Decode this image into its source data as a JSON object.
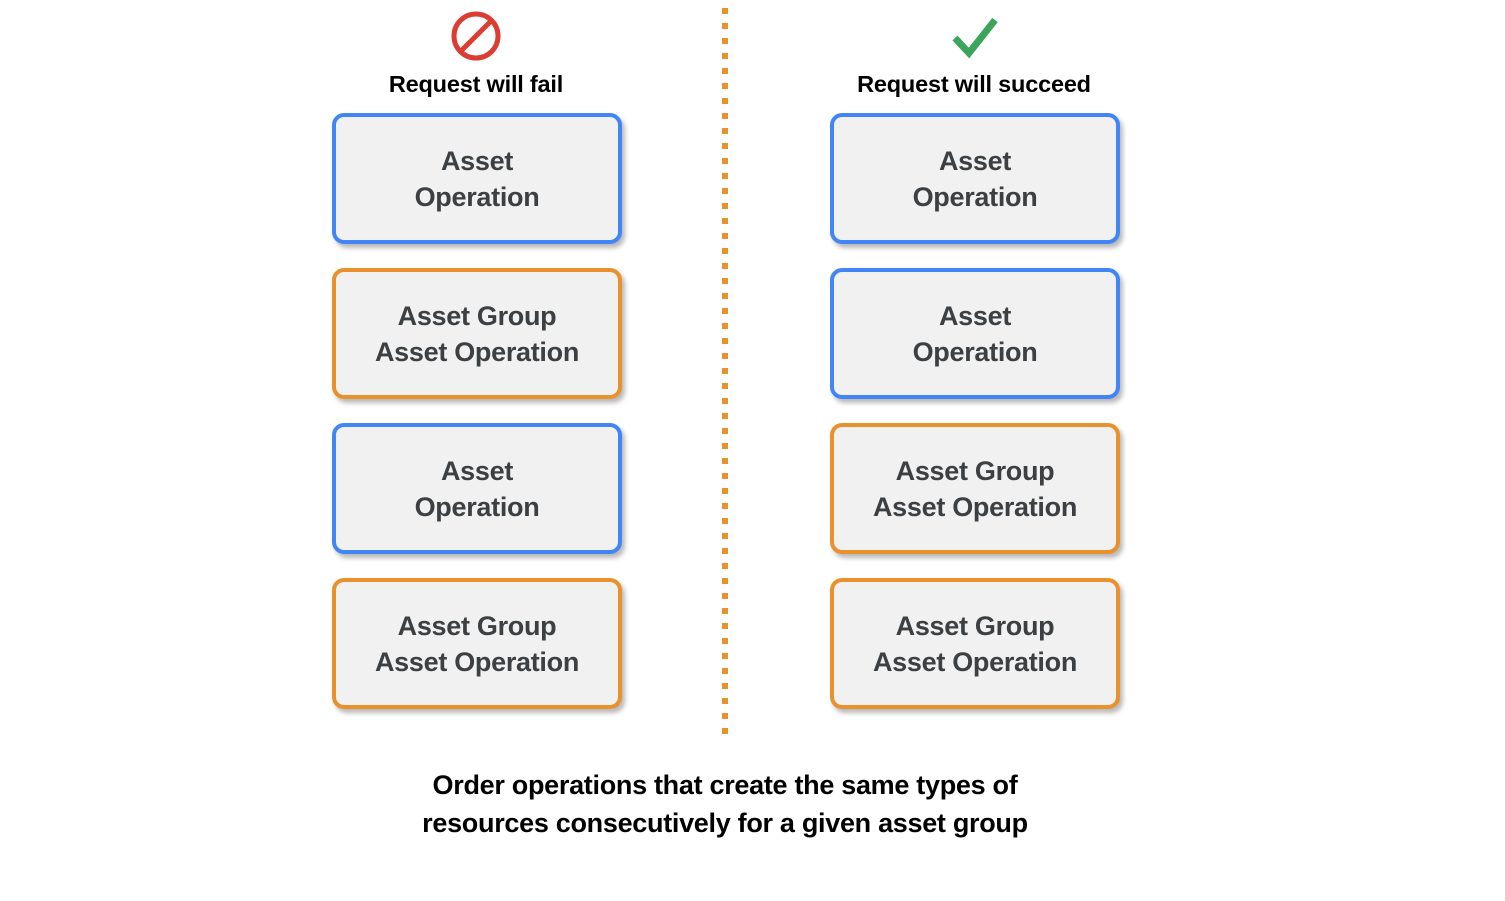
{
  "figure": {
    "caption": "Order operations that create the same types of\nresources consecutively for a given asset group",
    "divider_color": "#E8912D",
    "background": "#ffffff"
  },
  "colors": {
    "blue_border": "#4285F4",
    "orange_border": "#E8912D",
    "box_fill": "#F1F1F1",
    "box_text": "#3C4043",
    "fail_icon": "#DC3C32",
    "success_icon": "#3BA55C",
    "title_text": "#000000"
  },
  "columns": [
    {
      "id": "fail",
      "title": "Request will fail",
      "icon": "no-entry-icon",
      "icon_color": "#DC3C32",
      "boxes": [
        {
          "label": "Asset\nOperation",
          "type": "asset-operation",
          "color": "blue"
        },
        {
          "label": "Asset Group\nAsset Operation",
          "type": "asset-group-asset-operation",
          "color": "orange"
        },
        {
          "label": "Asset\nOperation",
          "type": "asset-operation",
          "color": "blue"
        },
        {
          "label": "Asset Group\nAsset Operation",
          "type": "asset-group-asset-operation",
          "color": "orange"
        }
      ]
    },
    {
      "id": "succeed",
      "title": "Request will succeed",
      "icon": "checkmark-icon",
      "icon_color": "#3BA55C",
      "boxes": [
        {
          "label": "Asset\nOperation",
          "type": "asset-operation",
          "color": "blue"
        },
        {
          "label": "Asset\nOperation",
          "type": "asset-operation",
          "color": "blue"
        },
        {
          "label": "Asset Group\nAsset Operation",
          "type": "asset-group-asset-operation",
          "color": "orange"
        },
        {
          "label": "Asset Group\nAsset Operation",
          "type": "asset-group-asset-operation",
          "color": "orange"
        }
      ]
    }
  ]
}
